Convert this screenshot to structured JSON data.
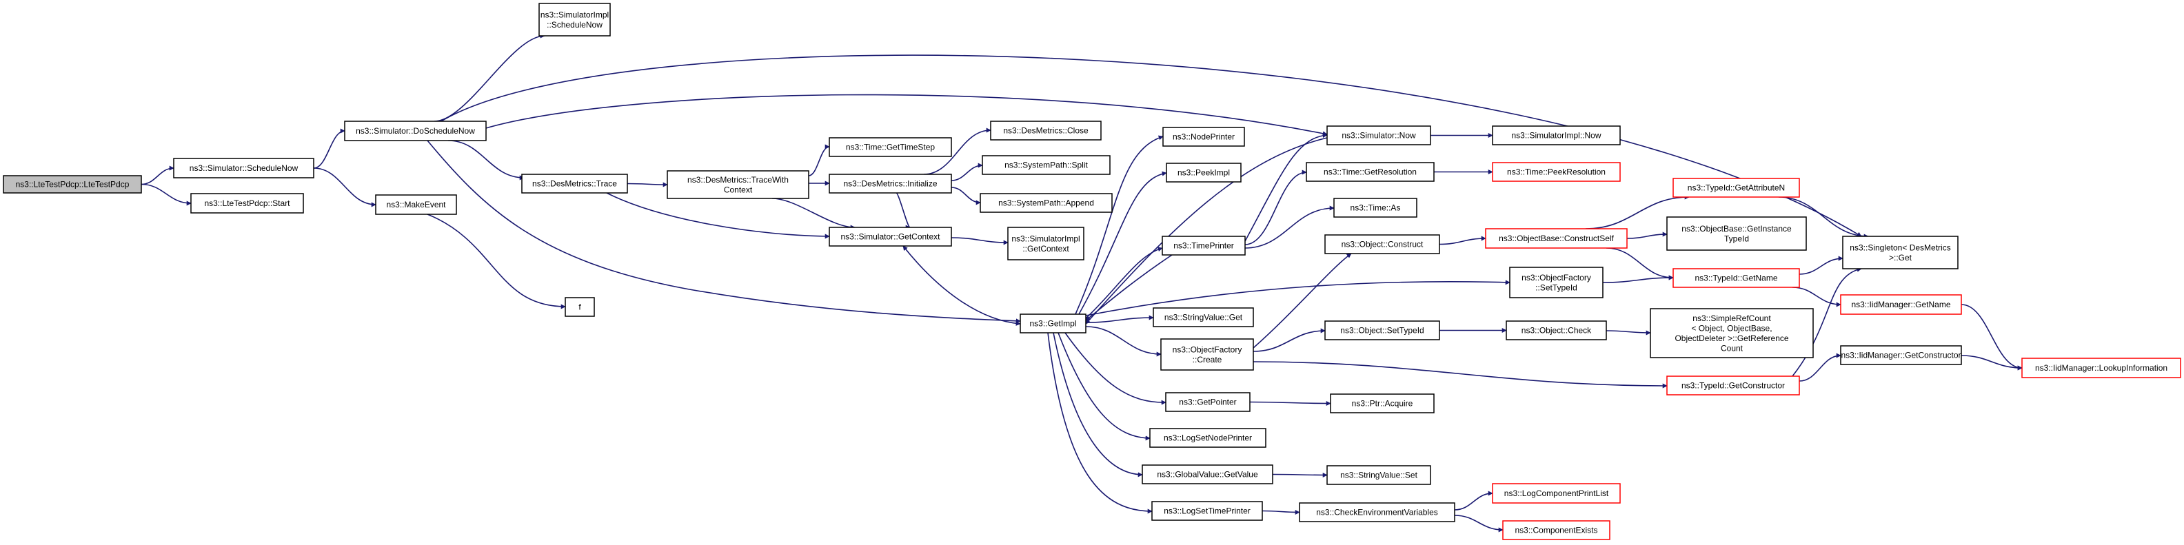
{
  "colors": {
    "edge": "#191970",
    "root_fill": "#bfbfbf",
    "truncated_border": "#ff0000",
    "node_border": "#000000"
  },
  "nodes": {
    "root": [
      "ns3::LteTestPdcp::LteTestPdcp"
    ],
    "scheduleNow": [
      "ns3::Simulator::ScheduleNow"
    ],
    "start": [
      "ns3::LteTestPdcp::Start"
    ],
    "doScheduleNow": [
      "ns3::Simulator::DoScheduleNow"
    ],
    "makeEvent": [
      "ns3::MakeEvent"
    ],
    "f": [
      "f"
    ],
    "simImplScheduleNow": [
      "ns3::SimulatorImpl",
      "::ScheduleNow"
    ],
    "desTrace": [
      "ns3::DesMetrics::Trace"
    ],
    "traceWithContext": [
      "ns3::DesMetrics::TraceWith",
      "Context"
    ],
    "getTimeStep": [
      "ns3::Time::GetTimeStep"
    ],
    "desInit": [
      "ns3::DesMetrics::Initialize"
    ],
    "desClose": [
      "ns3::DesMetrics::Close"
    ],
    "split": [
      "ns3::SystemPath::Split"
    ],
    "append": [
      "ns3::SystemPath::Append"
    ],
    "getContext": [
      "ns3::Simulator::GetContext"
    ],
    "simImplGetContext": [
      "ns3::SimulatorImpl",
      "::GetContext"
    ],
    "getImpl": [
      "ns3::GetImpl"
    ],
    "nodePrinter": [
      "ns3::NodePrinter"
    ],
    "peekImpl": [
      "ns3::PeekImpl"
    ],
    "timePrinter": [
      "ns3::TimePrinter"
    ],
    "stringValueGet": [
      "ns3::StringValue::Get"
    ],
    "objFactoryCreate": [
      "ns3::ObjectFactory",
      "::Create"
    ],
    "getPointer": [
      "ns3::GetPointer"
    ],
    "logSetNodePrinter": [
      "ns3::LogSetNodePrinter"
    ],
    "globalValueGetValue": [
      "ns3::GlobalValue::GetValue"
    ],
    "logSetTimePrinter": [
      "ns3::LogSetTimePrinter"
    ],
    "simNow": [
      "ns3::Simulator::Now"
    ],
    "simImplNow": [
      "ns3::SimulatorImpl::Now"
    ],
    "getResolution": [
      "ns3::Time::GetResolution"
    ],
    "peekResolution": [
      "ns3::Time::PeekResolution"
    ],
    "timeAs": [
      "ns3::Time::As"
    ],
    "objectConstruct": [
      "ns3::Object::Construct"
    ],
    "objBaseConstructSelf": [
      "ns3::ObjectBase::ConstructSelf"
    ],
    "getAttributeN": [
      "ns3::TypeId::GetAttributeN"
    ],
    "getInstanceTypeId": [
      "ns3::ObjectBase::GetInstance",
      "TypeId"
    ],
    "typeIdGetName": [
      "ns3::TypeId::GetName"
    ],
    "objFactorySetTypeId": [
      "ns3::ObjectFactory",
      "::SetTypeId"
    ],
    "objectSetTypeId": [
      "ns3::Object::SetTypeId"
    ],
    "objectCheck": [
      "ns3::Object::Check"
    ],
    "simpleRefCount": [
      "ns3::SimpleRefCount",
      "< Object, ObjectBase,",
      "ObjectDeleter >::GetReference",
      "Count"
    ],
    "typeIdGetConstructor": [
      "ns3::TypeId::GetConstructor"
    ],
    "ptrAcquire": [
      "ns3::Ptr::Acquire"
    ],
    "stringValueSet": [
      "ns3::StringValue::Set"
    ],
    "checkEnvVars": [
      "ns3::CheckEnvironmentVariables"
    ],
    "logComponentPrintList": [
      "ns3::LogComponentPrintList"
    ],
    "componentExists": [
      "ns3::ComponentExists"
    ],
    "singletonGet": [
      "ns3::Singleton< DesMetrics",
      " >::Get"
    ],
    "iidGetName": [
      "ns3::IidManager::GetName"
    ],
    "iidGetConstructor": [
      "ns3::IidManager::GetConstructor"
    ],
    "iidLookup": [
      "ns3::IidManager::LookupInformation"
    ]
  }
}
